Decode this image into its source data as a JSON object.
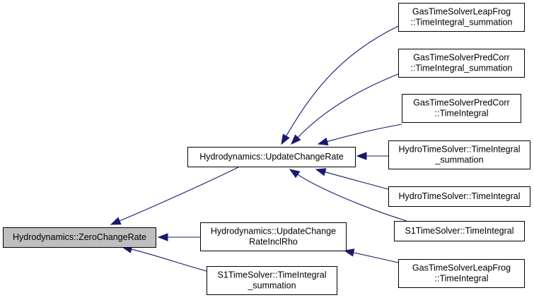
{
  "graph": {
    "nodes": [
      {
        "id": "zero_change_rate",
        "lines": [
          "Hydrodynamics::ZeroChangeRate"
        ],
        "highlighted": true
      },
      {
        "id": "update_change_rate",
        "lines": [
          "Hydrodynamics::UpdateChangeRate"
        ]
      },
      {
        "id": "update_change_rate_incl_rho",
        "lines": [
          "Hydrodynamics::UpdateChange",
          "RateInclRho"
        ]
      },
      {
        "id": "s1_time_integral_summation",
        "lines": [
          "S1TimeSolver::TimeIntegral",
          "_summation"
        ]
      },
      {
        "id": "gas_leapfrog_summation",
        "lines": [
          "GasTimeSolverLeapFrog",
          "::TimeIntegral_summation"
        ]
      },
      {
        "id": "gas_predcorr_summation",
        "lines": [
          "GasTimeSolverPredCorr",
          "::TimeIntegral_summation"
        ]
      },
      {
        "id": "gas_predcorr_time_integral",
        "lines": [
          "GasTimeSolverPredCorr",
          "::TimeIntegral"
        ]
      },
      {
        "id": "hydro_time_integral_summation",
        "lines": [
          "HydroTimeSolver::TimeIntegral",
          "_summation"
        ]
      },
      {
        "id": "hydro_time_integral",
        "lines": [
          "HydroTimeSolver::TimeIntegral"
        ]
      },
      {
        "id": "s1_time_integral",
        "lines": [
          "S1TimeSolver::TimeIntegral"
        ]
      },
      {
        "id": "gas_leapfrog_time_integral",
        "lines": [
          "GasTimeSolverLeapFrog",
          "::TimeIntegral"
        ]
      }
    ],
    "edges": [
      {
        "from": "update_change_rate",
        "to": "zero_change_rate"
      },
      {
        "from": "update_change_rate_incl_rho",
        "to": "zero_change_rate"
      },
      {
        "from": "s1_time_integral_summation",
        "to": "zero_change_rate"
      },
      {
        "from": "gas_leapfrog_summation",
        "to": "update_change_rate"
      },
      {
        "from": "gas_predcorr_summation",
        "to": "update_change_rate"
      },
      {
        "from": "gas_predcorr_time_integral",
        "to": "update_change_rate"
      },
      {
        "from": "hydro_time_integral_summation",
        "to": "update_change_rate"
      },
      {
        "from": "hydro_time_integral",
        "to": "update_change_rate"
      },
      {
        "from": "s1_time_integral",
        "to": "update_change_rate"
      },
      {
        "from": "gas_leapfrog_time_integral",
        "to": "update_change_rate_incl_rho"
      }
    ]
  }
}
